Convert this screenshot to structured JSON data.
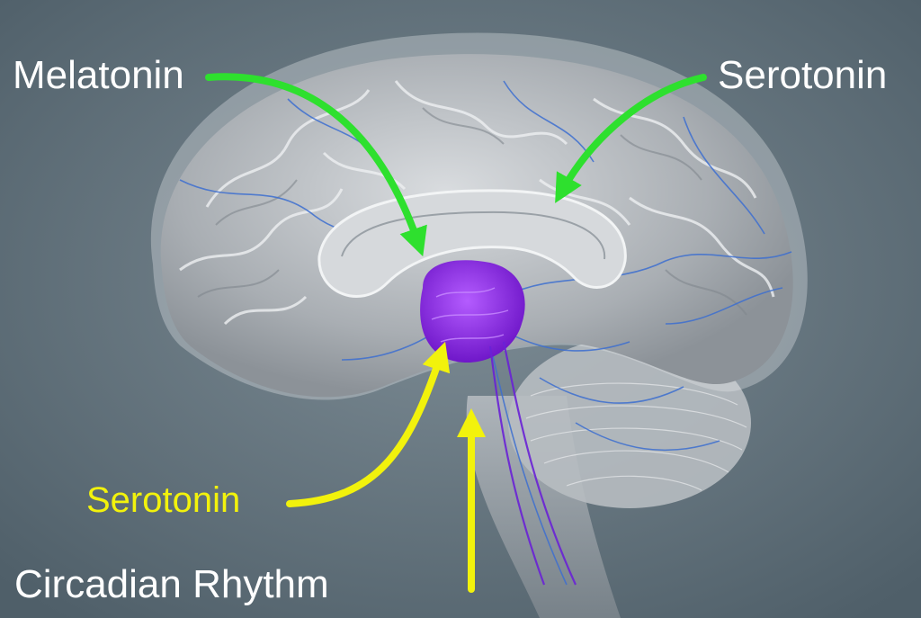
{
  "labels": {
    "melatonin": "Melatonin",
    "serotonin_top": "Serotonin",
    "serotonin_bottom": "Serotonin",
    "circadian": "Circadian Rhythm"
  },
  "colors": {
    "background": "#5f717c",
    "brain": "#c4c8cc",
    "vessels": "#3d6fd0",
    "hypothalamus": "#8a2be2",
    "arrow_green": "#2ee02e",
    "arrow_yellow": "#f2f20c",
    "text_white": "#ffffff",
    "text_yellow": "#f2f20c"
  }
}
